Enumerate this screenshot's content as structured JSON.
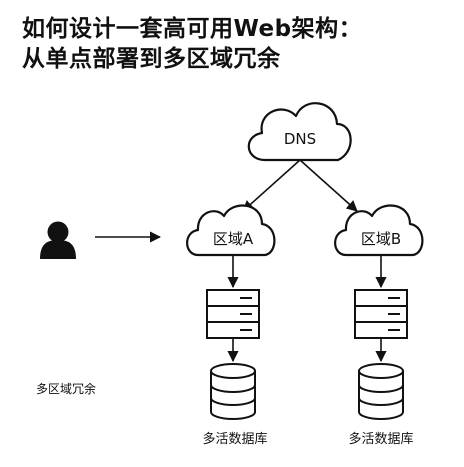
{
  "title": {
    "line1": "如何设计一套高可用Web架构：",
    "line2": "从单点部署到多区域冗余"
  },
  "diagram": {
    "dns_label": "DNS",
    "region_a_label": "区域A",
    "region_b_label": "区域B",
    "db_a_label": "多活数据库",
    "db_b_label": "多活数据库",
    "side_note": "多区域冗余"
  },
  "icons": {
    "user": "user-icon",
    "cloud": "cloud-icon",
    "server": "server-rack-icon",
    "database": "database-icon"
  },
  "colors": {
    "stroke": "#111111",
    "fill": "#ffffff"
  }
}
